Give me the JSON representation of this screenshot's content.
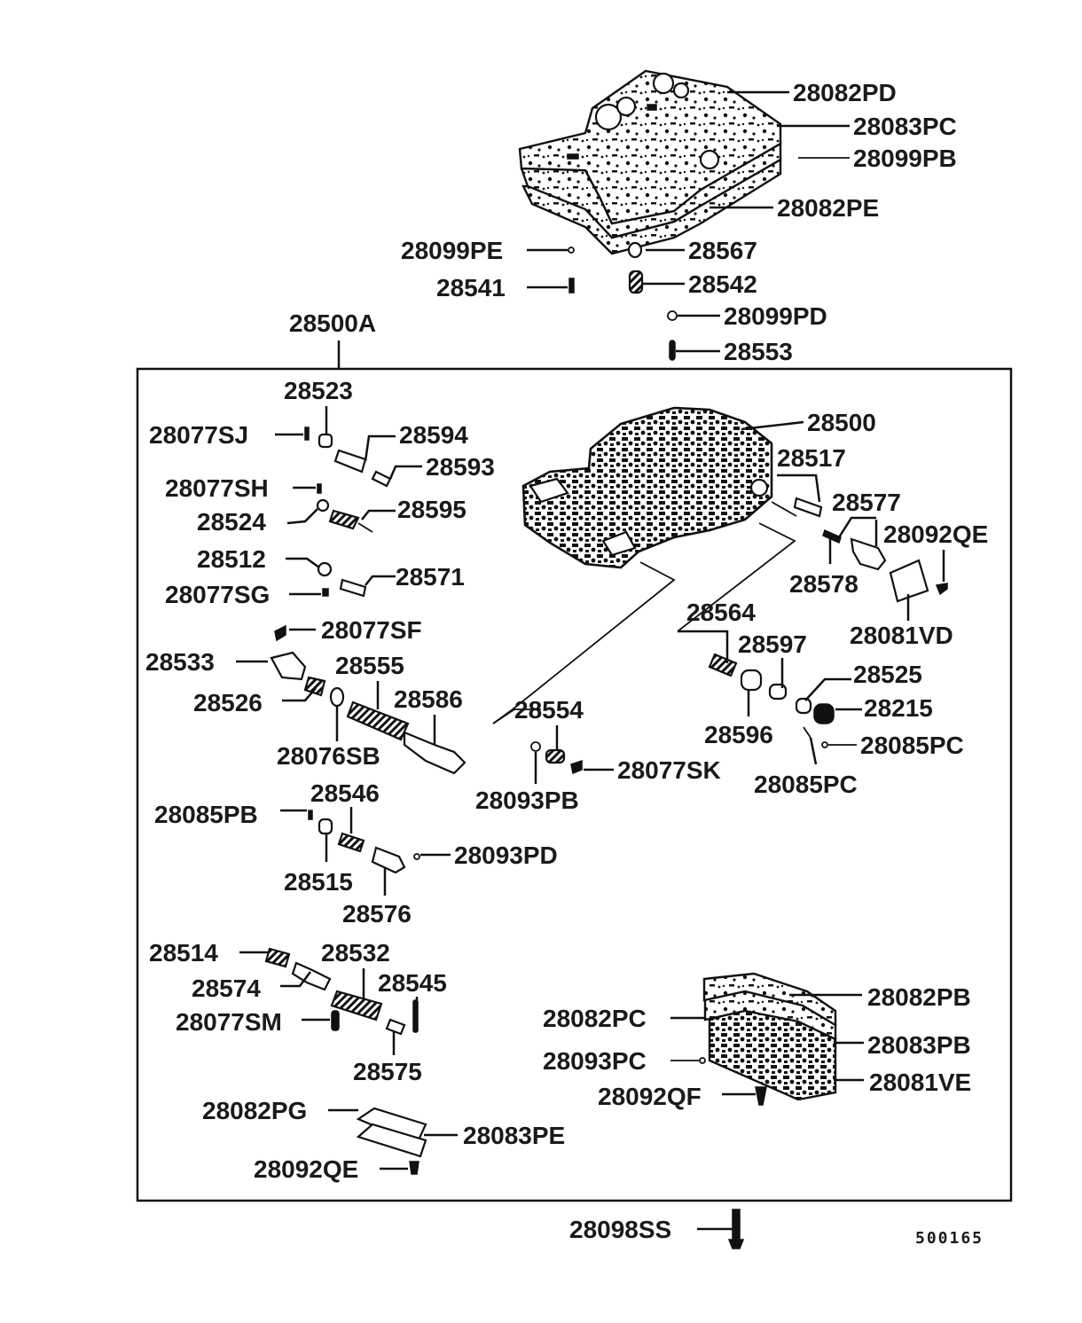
{
  "diagram": {
    "drawing_code": "500165",
    "assembly_label": "28500A",
    "labels": {
      "p28082PD": "28082PD",
      "p28083PC": "28083PC",
      "p28099PB": "28099PB",
      "p28082PE": "28082PE",
      "p28099PE": "28099PE",
      "p28567": "28567",
      "p28541": "28541",
      "p28542": "28542",
      "p28099PD": "28099PD",
      "p28553": "28553",
      "p28523": "28523",
      "p28077SJ": "28077SJ",
      "p28594": "28594",
      "p28593": "28593",
      "p28077SH": "28077SH",
      "p28524": "28524",
      "p28595": "28595",
      "p28512": "28512",
      "p28571": "28571",
      "p28077SG": "28077SG",
      "p28077SF": "28077SF",
      "p28533": "28533",
      "p28555": "28555",
      "p28526": "28526",
      "p28586": "28586",
      "p28076SB": "28076SB",
      "p28554": "28554",
      "p28093PB": "28093PB",
      "p28077SK": "28077SK",
      "p28500": "28500",
      "p28517": "28517",
      "p28577": "28577",
      "p28092QE_top": "28092QE",
      "p28578": "28578",
      "p28081VD": "28081VD",
      "p28564": "28564",
      "p28597": "28597",
      "p28525": "28525",
      "p28215": "28215",
      "p28596": "28596",
      "p28085PC_a": "28085PC",
      "p28085PC_b": "28085PC",
      "p28085PB": "28085PB",
      "p28546": "28546",
      "p28093PD": "28093PD",
      "p28515": "28515",
      "p28576": "28576",
      "p28514": "28514",
      "p28532": "28532",
      "p28574": "28574",
      "p28545": "28545",
      "p28077SM": "28077SM",
      "p28575": "28575",
      "p28082PB": "28082PB",
      "p28082PC": "28082PC",
      "p28083PB": "28083PB",
      "p28093PC": "28093PC",
      "p28081VE": "28081VE",
      "p28092QF": "28092QF",
      "p28082PG": "28082PG",
      "p28083PE": "28083PE",
      "p28092QE_bot": "28092QE",
      "p28098SS": "28098SS"
    }
  }
}
